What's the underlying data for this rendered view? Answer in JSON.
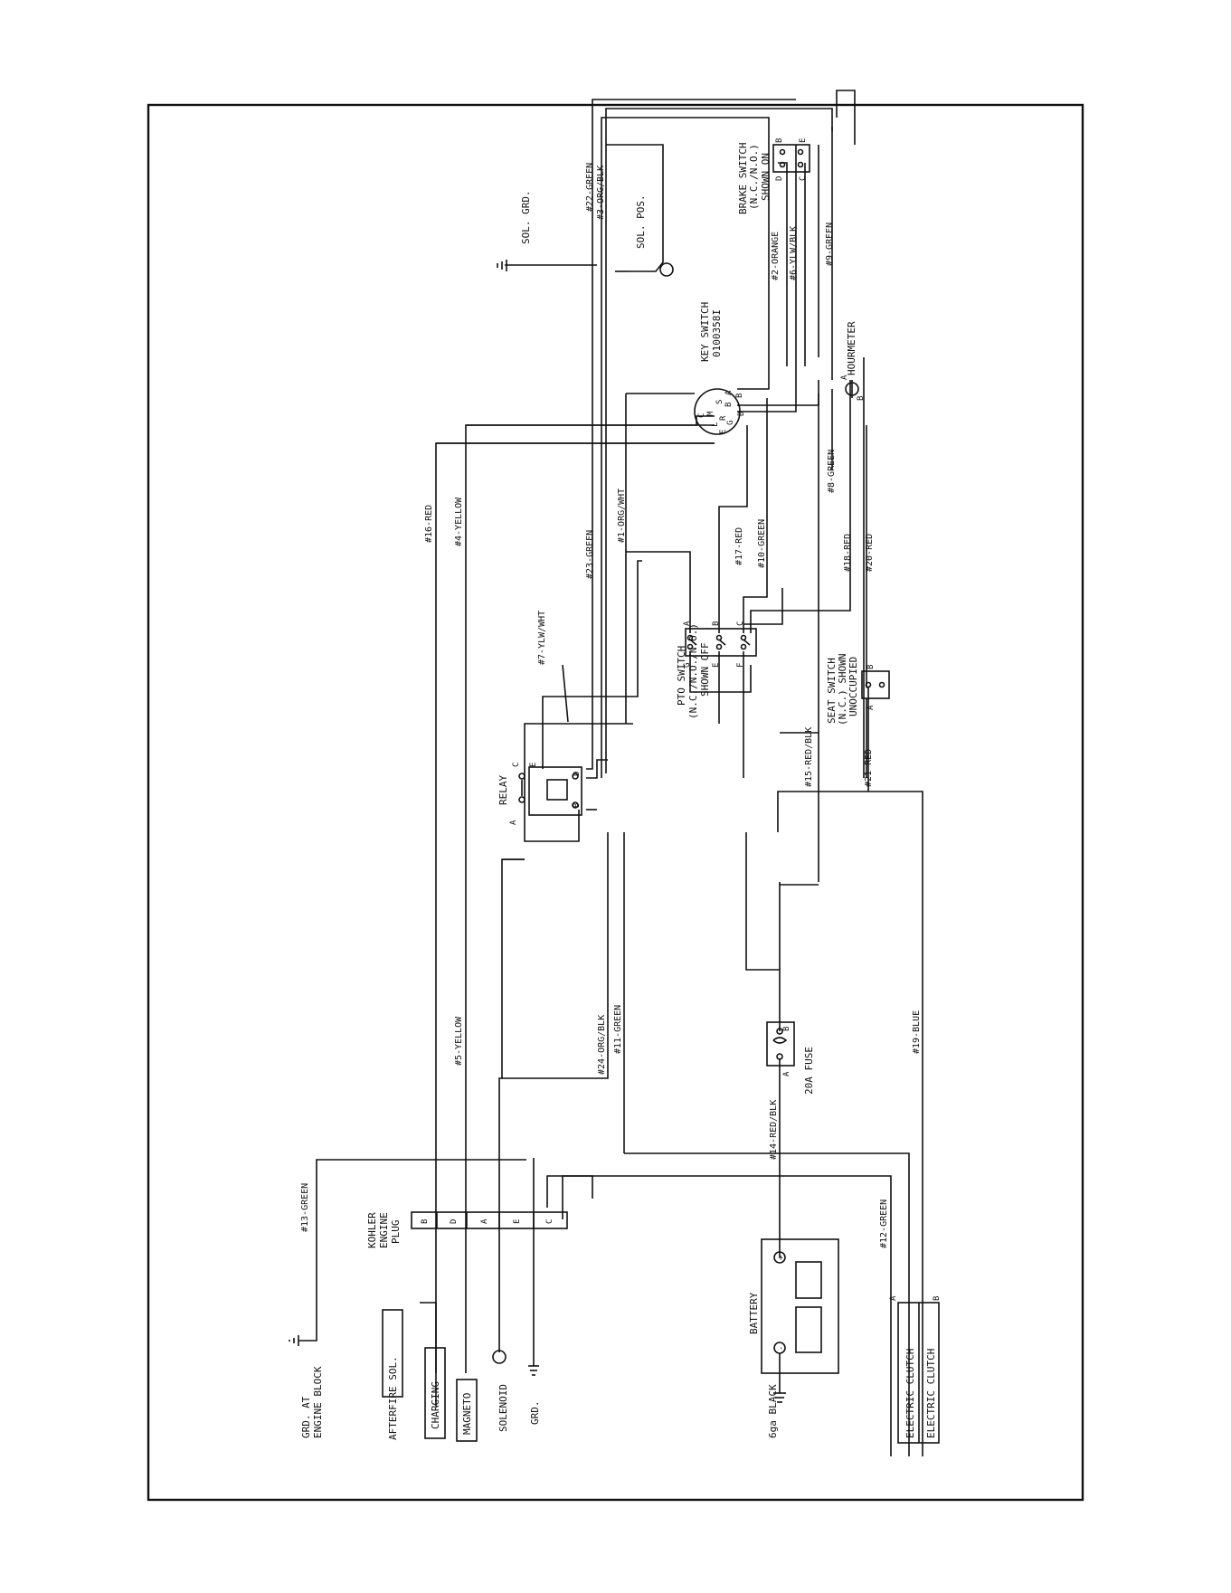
{
  "colors": {
    "ink": "#111111",
    "paper": "#ffffff"
  },
  "labels": {
    "grd_engine_1": "GRD. AT",
    "grd_engine_2": "ENGINE BLOCK",
    "afterfire": "AFTERFIRE SOL.",
    "charging": "CHARGING",
    "magneto": "MAGNETO",
    "solenoid": "SOLENOID",
    "grd": "GRD.",
    "kohler_1": "KOHLER",
    "kohler_2": "ENGINE",
    "kohler_3": "PLUG",
    "battery": "BATTERY",
    "ground_black": "6ga BLACK",
    "clutch_1": "ELECTRIC CLUTCH",
    "clutch_2": "ELECTRIC CLUTCH",
    "relay": "RELAY",
    "fuse": "20A FUSE",
    "pto_1": "PTO SWITCH",
    "pto_2": "(N.C./N.O./N.O.)",
    "pto_3": "SHOWN OFF",
    "seat_1": "SEAT SWITCH",
    "seat_2": "(N.C.) SHOWN",
    "seat_3": "UNOCCUPIED",
    "key_1": "KEY SWITCH",
    "key_2": "0100358I",
    "hourmeter": "HOURMETER",
    "brake_1": "BRAKE SWITCH",
    "brake_2": "(N.C./N.O.)",
    "brake_3": "SHOWN ON",
    "sol_pos": "SOL. POS.",
    "sol_grd": "SOL. GRD."
  },
  "pins": {
    "B": "B",
    "D": "D",
    "A": "A",
    "E": "E",
    "C": "C",
    "F": "F",
    "G": "G",
    "S": "S",
    "M": "M",
    "L": "L",
    "R": "R",
    "plus": "+",
    "minus": "-"
  },
  "wires": {
    "w13": "#13-GREEN",
    "w16": "#16-RED",
    "w4": "#4-YELLOW",
    "w5": "#5-YELLOW",
    "w7": "#7-YLW/WHT",
    "w23": "#23-GREEN",
    "w22": "#22-GREEN",
    "w3": "#3-ORG/BLK",
    "w1": "#1-ORG/WHT",
    "w17": "#17-RED",
    "w10": "#10-GREEN",
    "w2": "#2-ORANGE",
    "w6": "#6-YLW/BLK",
    "w9": "#9-GREEN",
    "w8": "#8-GREEN",
    "w18": "#18-RED",
    "w20": "#20-RED",
    "w15": "#15-RED/BLK",
    "w21": "#21-RED",
    "w24": "#24-ORG/BLK",
    "w11": "#11-GREEN",
    "w14": "#14-RED/BLK",
    "w19": "#19-BLUE",
    "w12": "#12-GREEN"
  }
}
